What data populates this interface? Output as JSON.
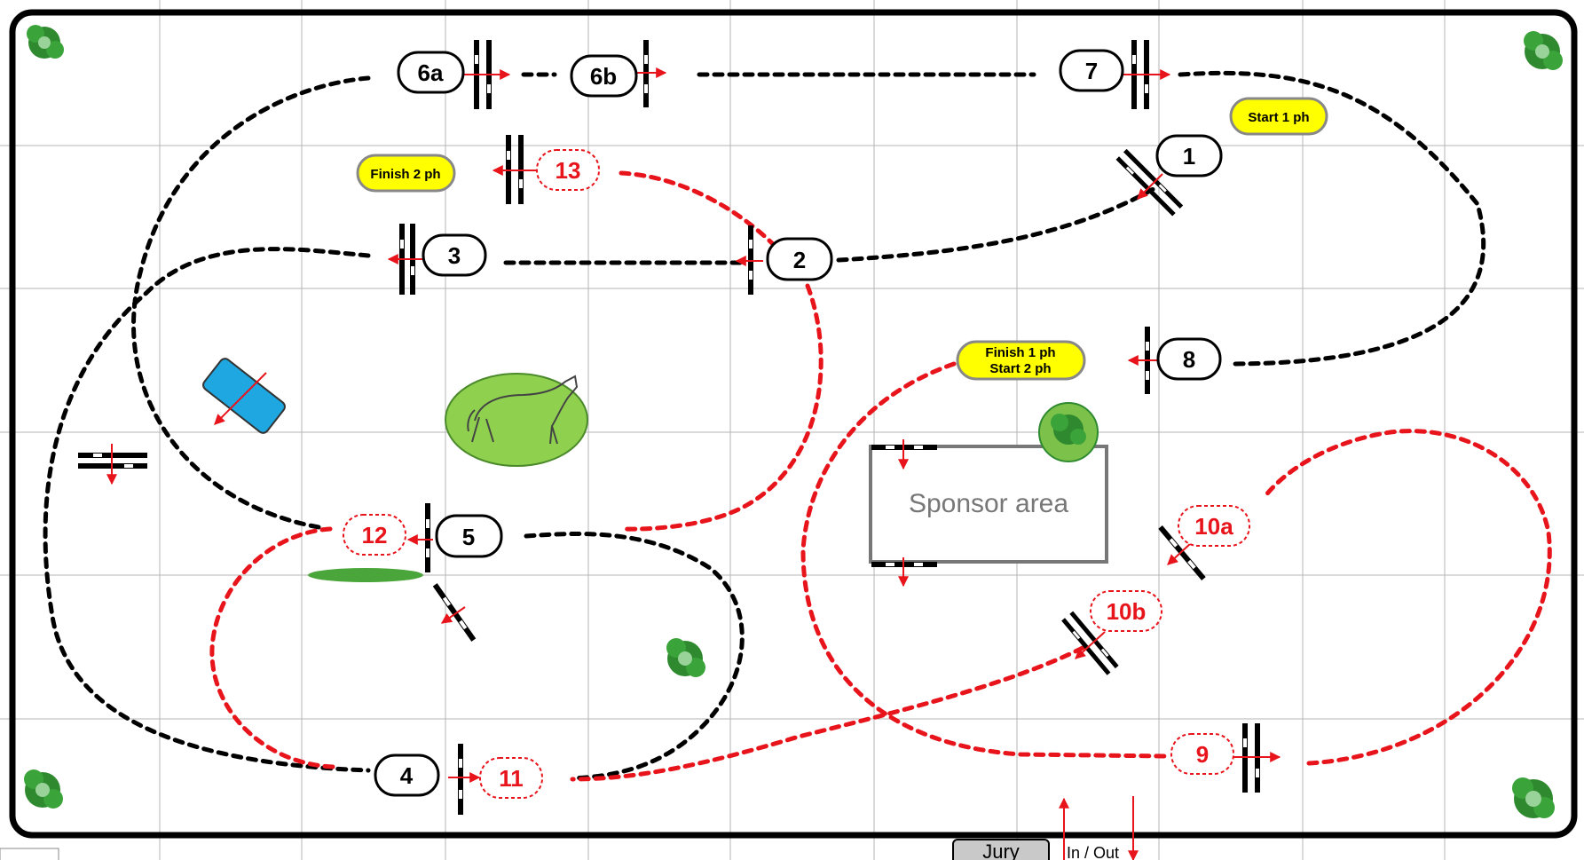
{
  "arena": {
    "sponsor_area": "Sponsor area",
    "jury": "Jury",
    "in_out": "In / Out"
  },
  "notes": {
    "start_1": "Start 1 ph",
    "finish_2": "Finish 2 ph",
    "finish_1_line1": "Finish 1 ph",
    "finish_1_line2": "Start 2 ph"
  },
  "phase1_fences": {
    "f1": "1",
    "f2": "2",
    "f3": "3",
    "f4": "4",
    "f5": "5",
    "f6a": "6a",
    "f6b": "6b",
    "f7": "7",
    "f8": "8"
  },
  "phase2_fences": {
    "f9": "9",
    "f10a": "10a",
    "f10b": "10b",
    "f11": "11",
    "f12": "12",
    "f13": "13"
  },
  "colors": {
    "phase1_track": "#000000",
    "phase2_track": "#e8141b",
    "note_fill": "#ffff00",
    "grass": "#8fd14f",
    "water": "#1ea7e1",
    "grid": "#b0b0b0"
  },
  "icons": {
    "corner_bush": "bush-icon",
    "horse": "horse-icon",
    "water": "water-jump-icon",
    "ditch": "ditch-icon"
  }
}
